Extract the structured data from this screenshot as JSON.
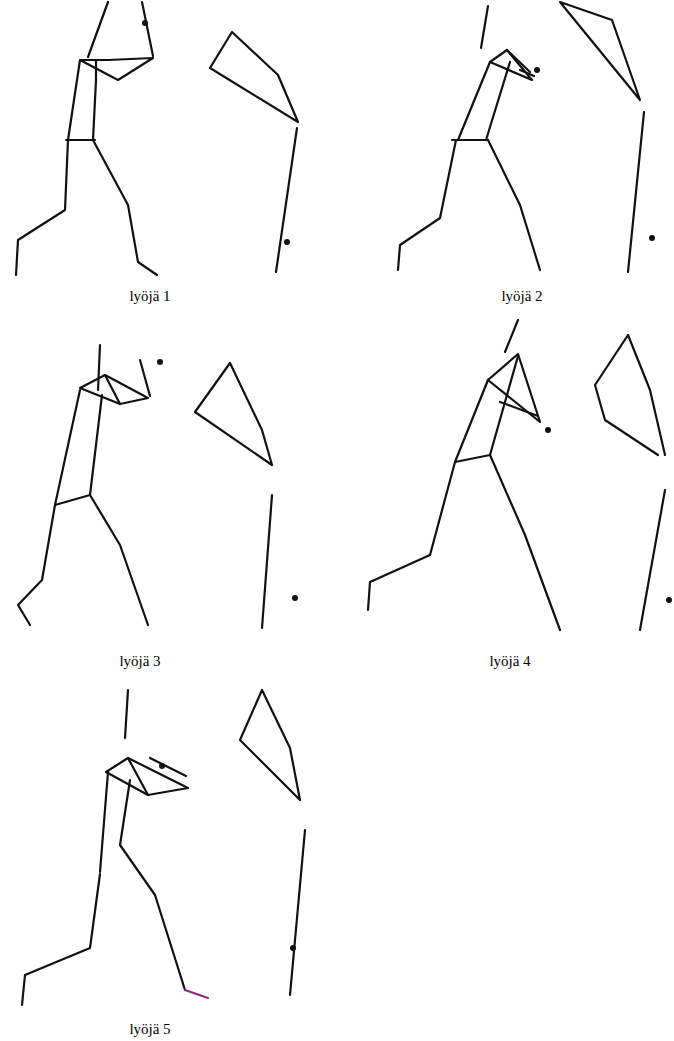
{
  "diagram": {
    "labels": [
      "lyöjä 1",
      "lyöjä 2",
      "lyöjä 3",
      "lyöjä 4",
      "lyöjä 5"
    ]
  }
}
